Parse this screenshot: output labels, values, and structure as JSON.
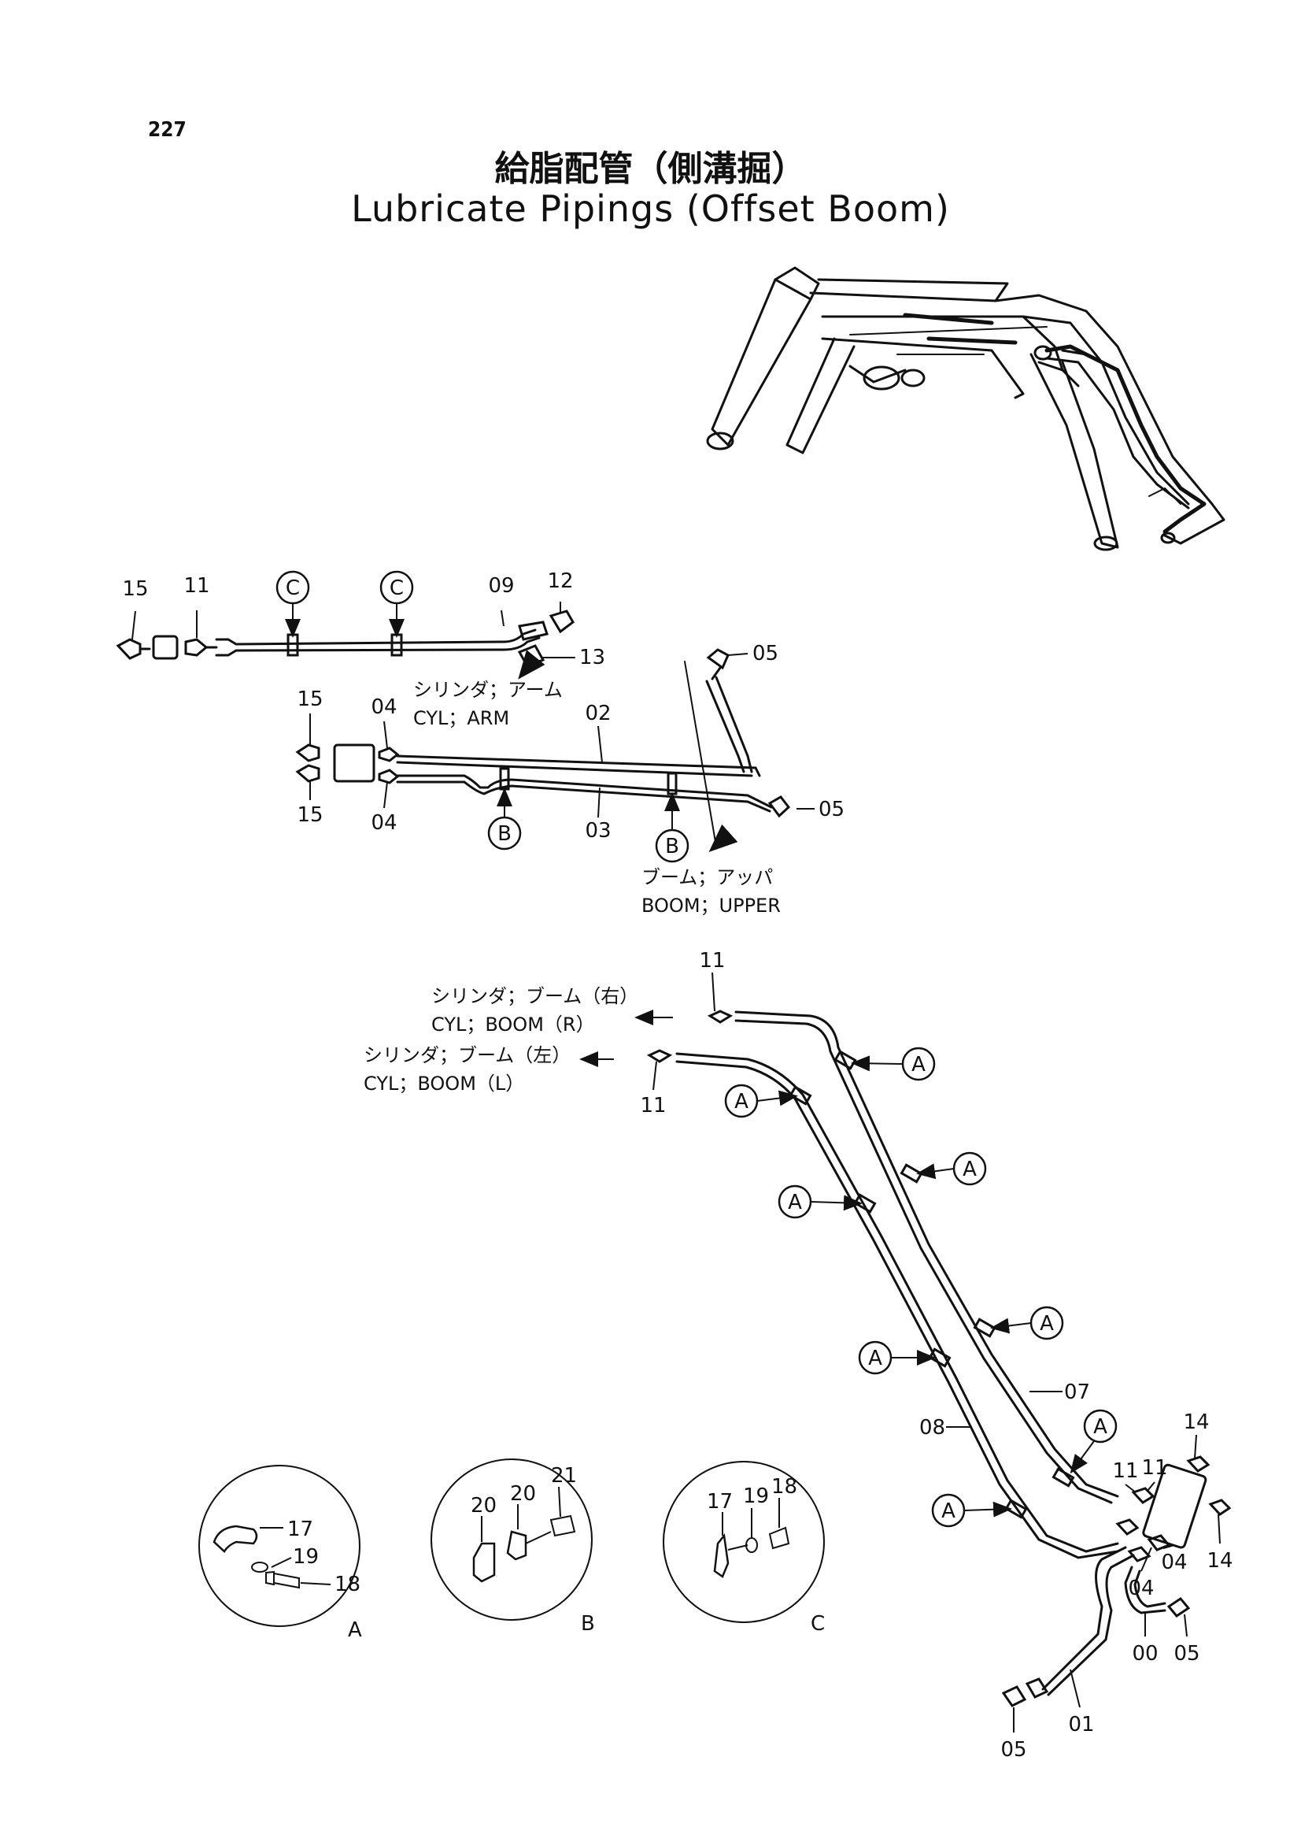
{
  "page_number": "227",
  "title_jp": "給脂配管（側溝掘）",
  "title_en": "Lubricate Pipings (Offset Boom)",
  "labels": {
    "cyl_arm_jp": "シリンダ；アーム",
    "cyl_arm_en": "CYL；ARM",
    "boom_upper_jp": "ブーム；アッパ",
    "boom_upper_en": "BOOM；UPPER",
    "cyl_boom_r_jp": "シリンダ；ブーム（右）",
    "cyl_boom_r_en": "CYL；BOOM（R）",
    "cyl_boom_l_jp": "シリンダ；ブーム（左）",
    "cyl_boom_l_en": "CYL；BOOM（L）"
  },
  "part_numbers": {
    "top_15": "15",
    "top_11": "11",
    "top_09": "09",
    "top_12": "12",
    "top_13": "13",
    "mid_15a": "15",
    "mid_15b": "15",
    "mid_04a": "04",
    "mid_04b": "04",
    "mid_02": "02",
    "mid_03": "03",
    "mid_05a": "05",
    "mid_05b": "05",
    "bot_11a": "11",
    "bot_11b": "11",
    "bot_07": "07",
    "bot_08": "08",
    "bot_11c": "11",
    "bot_11d": "11",
    "bot_14a": "14",
    "bot_14b": "14",
    "bot_04a": "04",
    "bot_04b": "04",
    "bot_05a": "05",
    "bot_00": "00",
    "bot_01": "01",
    "bot_05b": "05"
  },
  "callouts": {
    "a": "A",
    "b": "B",
    "c": "C"
  },
  "details": {
    "a": {
      "parts": [
        "17",
        "19",
        "18"
      ],
      "caption": "A"
    },
    "b": {
      "parts": [
        "20",
        "20",
        "21"
      ],
      "caption": "B"
    },
    "c": {
      "parts": [
        "17",
        "19",
        "18"
      ],
      "caption": "C"
    }
  }
}
